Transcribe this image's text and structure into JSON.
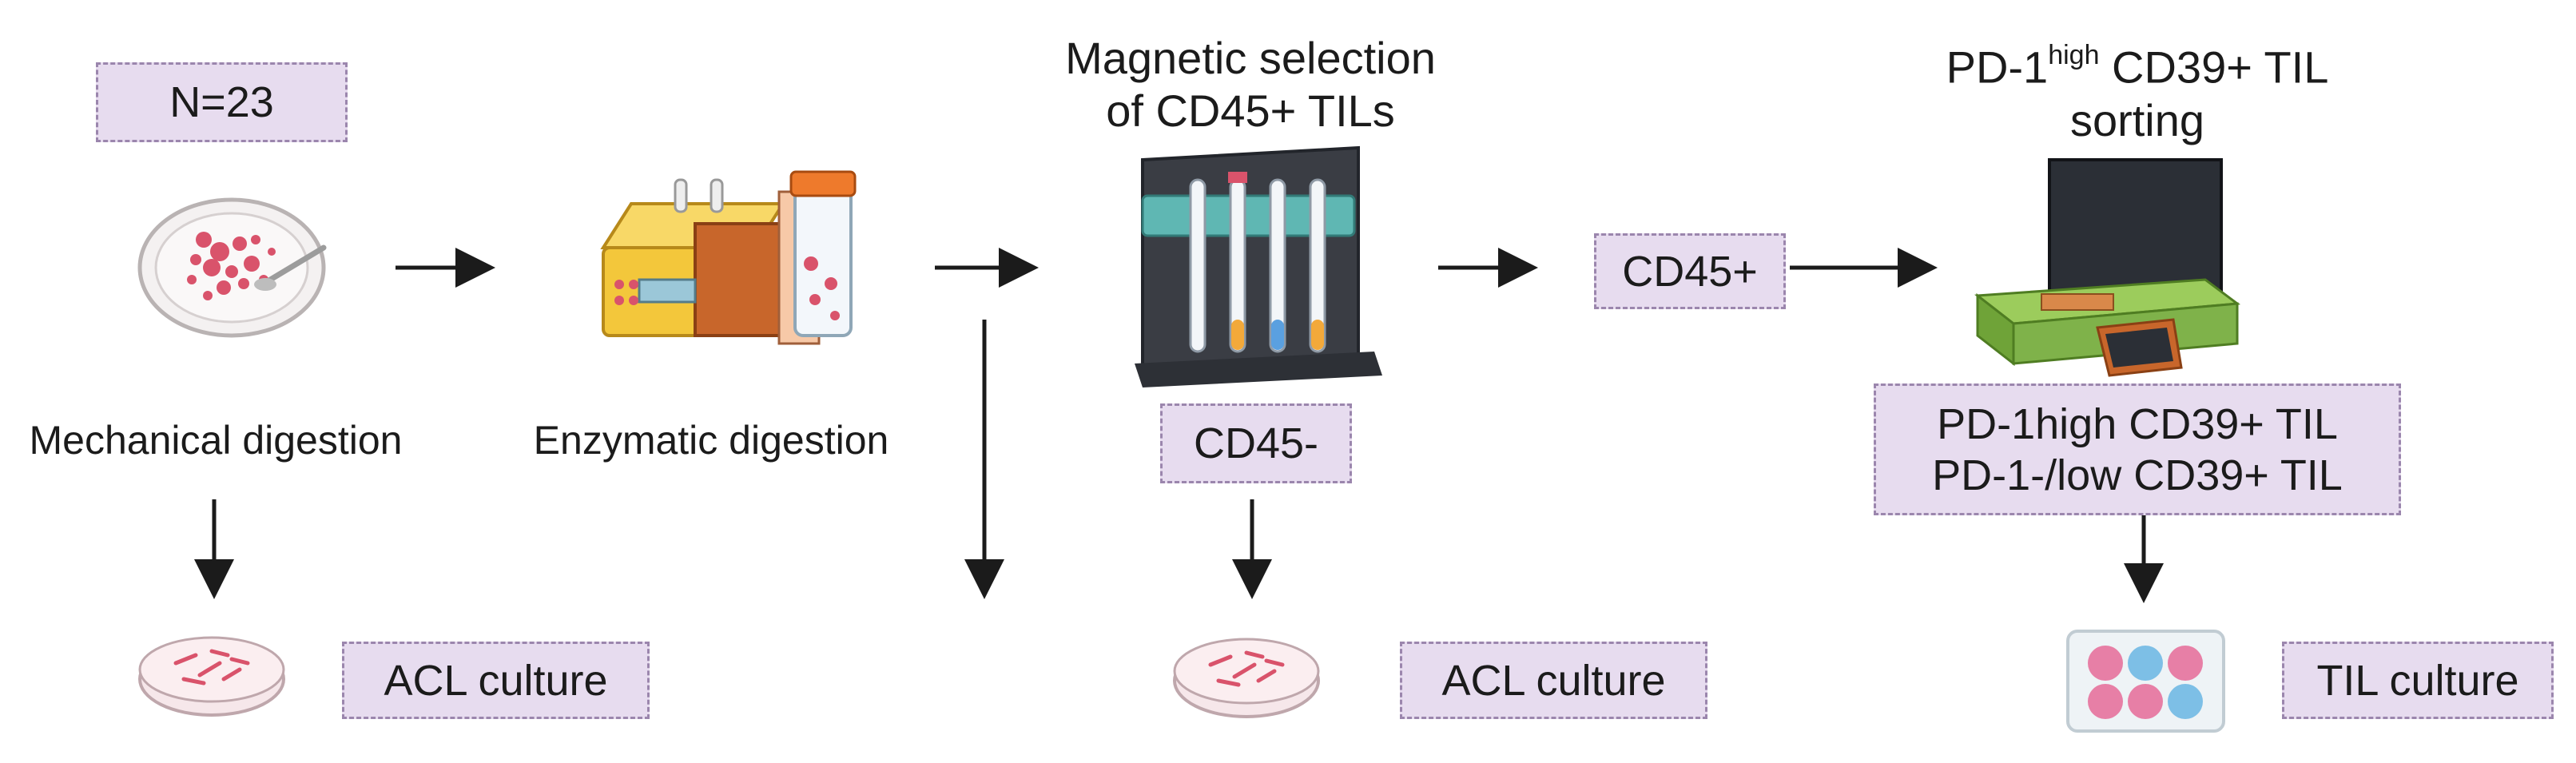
{
  "sample_count": "N=23",
  "steps": {
    "mechanical": "Mechanical digestion",
    "enzymatic": "Enzymatic digestion",
    "magnetic_line1": "Magnetic selection",
    "magnetic_line2": "of CD45+ TILs",
    "sorting_prefix": "PD-1",
    "sorting_sup": "high",
    "sorting_suffix": " CD39+ TIL",
    "sorting_line2": "sorting"
  },
  "fractions": {
    "cd45_pos": "CD45+",
    "cd45_neg": "CD45-",
    "sorted_line1": "PD-1high CD39+ TIL",
    "sorted_line2": "PD-1-/low CD39+ TIL"
  },
  "cultures": {
    "acl_1": "ACL culture",
    "acl_2": "ACL culture",
    "til": "TIL culture"
  },
  "colors": {
    "box_fill": "#e7dcef",
    "box_border": "#9b86ad",
    "arrow": "#1b1b1b",
    "cell_pink": "#d9536b",
    "sorter_green": "#7fb24a",
    "magnet_teal": "#5fb7b3"
  }
}
